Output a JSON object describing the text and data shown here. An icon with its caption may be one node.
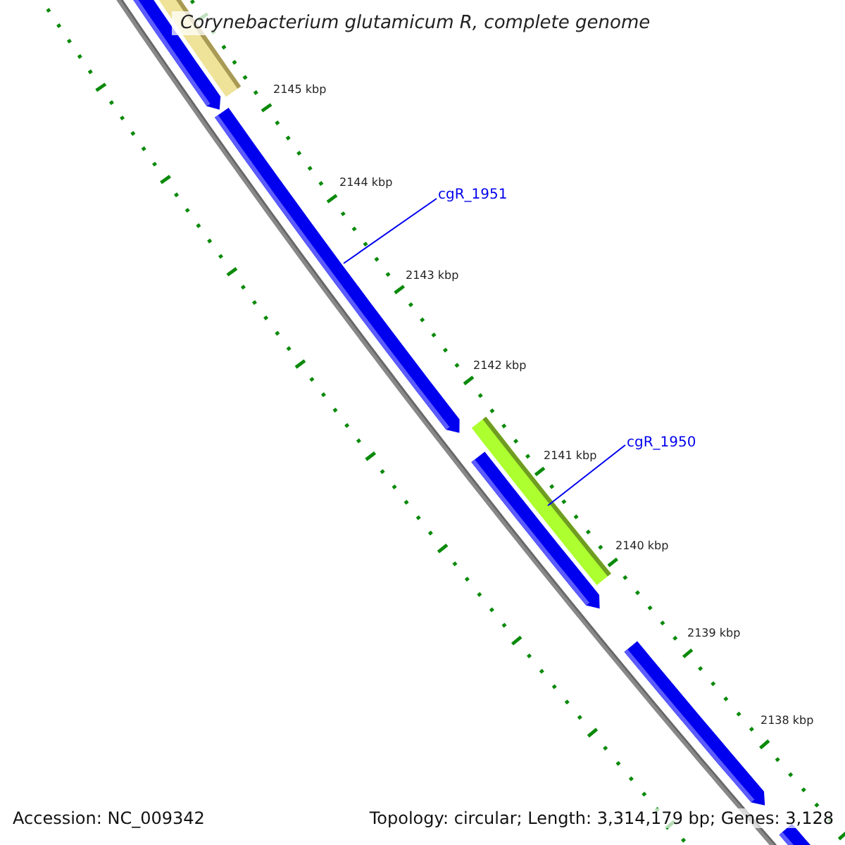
{
  "diagram": {
    "title": "Corynebacterium glutamicum R, complete genome",
    "nodes": [
      {
        "text": [
          "cgR_1951"
        ]
      },
      {
        "text": [],
        "shape": "bar"
      },
      {
        "text": [
          "cgR_1950"
        ]
      },
      {
        "text": [],
        "shape": "bar"
      }
    ],
    "edges": [
      {
        "from": 0,
        "to": 1,
        "arrow": "none"
      },
      {
        "from": 2,
        "to": 3,
        "arrow": "none"
      }
    ],
    "labels": [
      "2145 kbp",
      "2144 kbp",
      "2143 kbp",
      "2142 kbp",
      "2141 kbp",
      "2140 kbp",
      "2139 kbp",
      "2138 kbp",
      "Accession: NC_009342",
      "Topology: circular; Length: 3,314,179 bp; Genes: 3,128"
    ]
  }
}
